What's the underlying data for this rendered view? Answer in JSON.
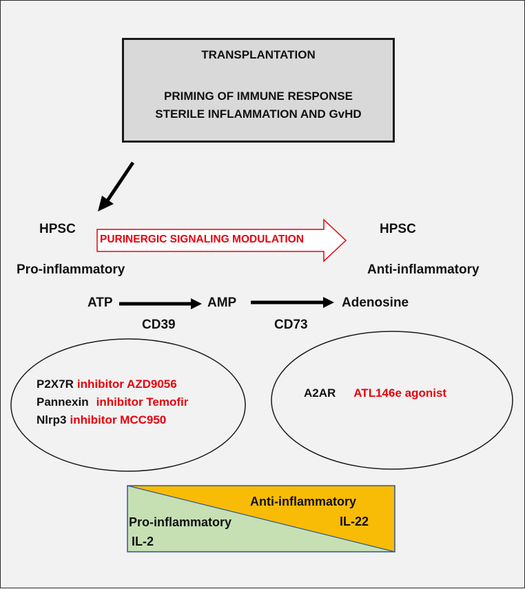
{
  "header": {
    "title": "TRANSPLANTATION",
    "line1": "PRIMING OF IMMUNE RESPONSE",
    "line2": "STERILE INFLAMMATION AND GvHD"
  },
  "left_state": {
    "label": "HPSC",
    "sub": "Pro-inflammatory"
  },
  "right_state": {
    "label": "HPSC",
    "sub": "Anti-inflammatory"
  },
  "modulation": "PURINERGIC SIGNALING MODULATION",
  "pathway": {
    "atp": "ATP",
    "amp": "AMP",
    "adenosine": "Adenosine",
    "enzyme1": "CD39",
    "enzyme2": "CD73"
  },
  "left_ellipse": {
    "rows": [
      {
        "target": "P2X7R",
        "drug": "inhibitor AZD9056"
      },
      {
        "target": "Pannexin",
        "drug": "inhibitor Temofir"
      },
      {
        "target": "Nlrp3",
        "drug": "inhibitor MCC950"
      }
    ]
  },
  "right_ellipse": {
    "target": "A2AR",
    "drug": "ATL146e agonist"
  },
  "balance": {
    "anti_label": "Anti-inflammatory",
    "anti_cytokine": "IL-22",
    "pro_label": "Pro-inflammatory",
    "pro_cytokine": "IL-2"
  },
  "colors": {
    "drug_text": "#e8000b",
    "anti_fill": "#f9bc06",
    "pro_fill": "#c6e0b4",
    "header_fill": "#d9d9d9",
    "background": "#f2f2f2"
  }
}
